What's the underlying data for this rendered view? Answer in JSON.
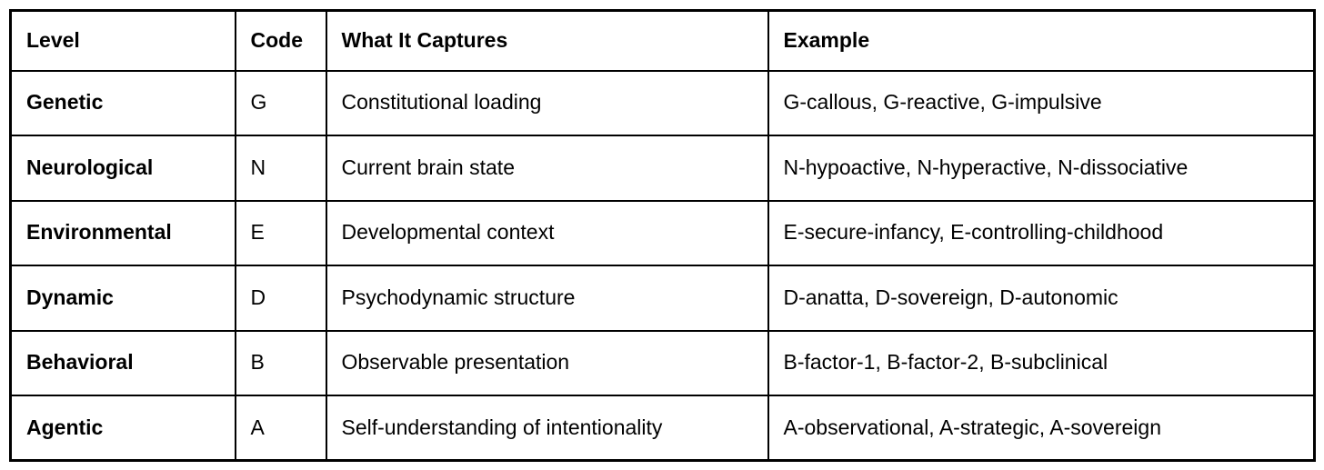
{
  "theme": {
    "border": "#000000",
    "background": "#ffffff",
    "text": "#000000"
  },
  "table": {
    "columns": [
      "Level",
      "Code",
      "What It Captures",
      "Example"
    ],
    "rows": [
      {
        "level": "Genetic",
        "code": "G",
        "captures": "Constitutional loading",
        "example": "G-callous, G-reactive, G-impulsive"
      },
      {
        "level": "Neurological",
        "code": "N",
        "captures": "Current brain state",
        "example": "N-hypoactive, N-hyperactive, N-dissociative"
      },
      {
        "level": "Environmental",
        "code": "E",
        "captures": "Developmental context",
        "example": "E-secure-infancy, E-controlling-childhood"
      },
      {
        "level": "Dynamic",
        "code": "D",
        "captures": "Psychodynamic structure",
        "example": "D-anatta, D-sovereign, D-autonomic"
      },
      {
        "level": "Behavioral",
        "code": "B",
        "captures": "Observable presentation",
        "example": "B-factor-1, B-factor-2, B-subclinical"
      },
      {
        "level": "Agentic",
        "code": "A",
        "captures": "Self-understanding of intentionality",
        "example": "A-observational, A-strategic, A-sovereign"
      }
    ]
  }
}
